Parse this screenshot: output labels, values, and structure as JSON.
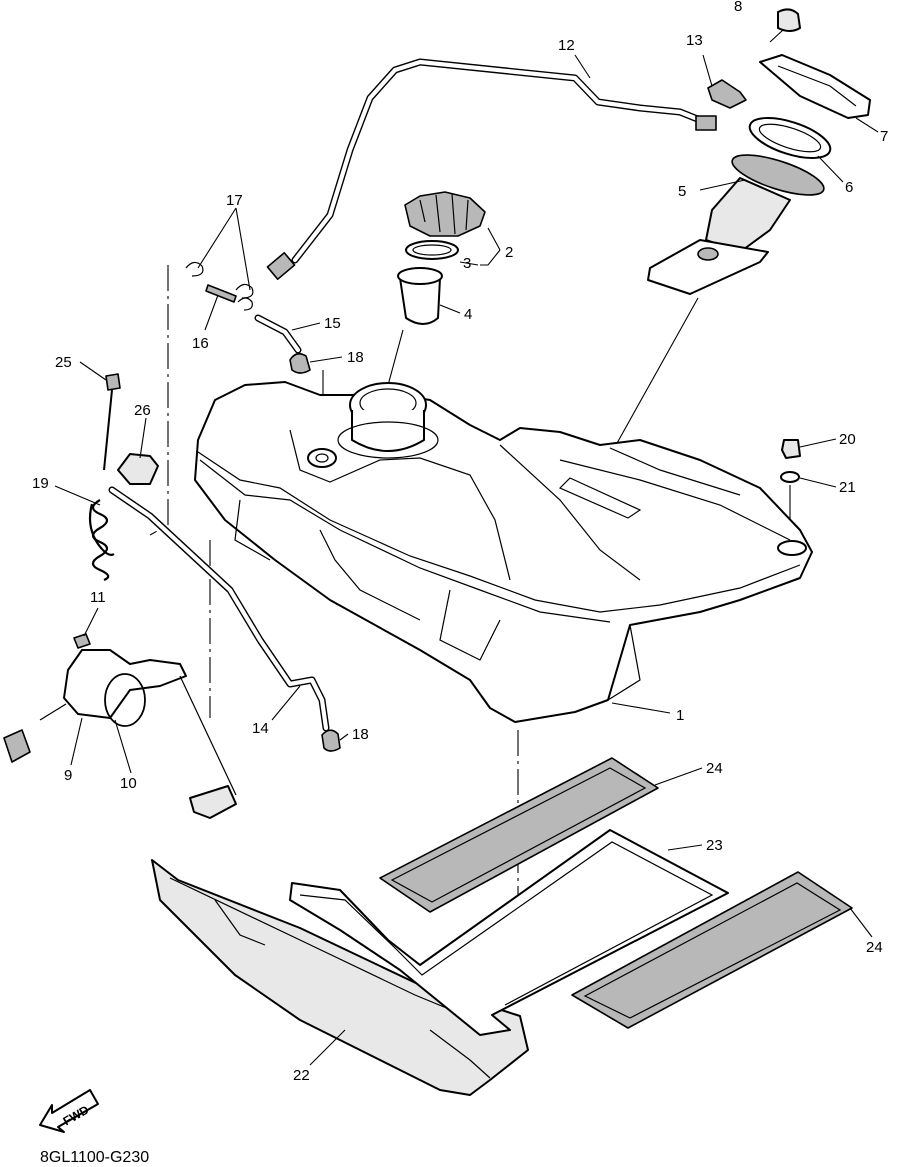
{
  "diagram_code": "8GL1100-G230",
  "fwd_label": "FWD",
  "callouts": {
    "c1": "1",
    "c2": "2",
    "c3": "3",
    "c4": "4",
    "c5": "5",
    "c6": "6",
    "c7": "7",
    "c8": "8",
    "c9": "9",
    "c10": "10",
    "c11": "11",
    "c12": "12",
    "c13": "13",
    "c14": "14",
    "c15": "15",
    "c16": "16",
    "c17": "17",
    "c18a": "18",
    "c18b": "18",
    "c19": "19",
    "c20": "20",
    "c21": "21",
    "c22": "22",
    "c23": "23",
    "c24a": "24",
    "c24b": "24",
    "c25": "25",
    "c26": "26"
  }
}
